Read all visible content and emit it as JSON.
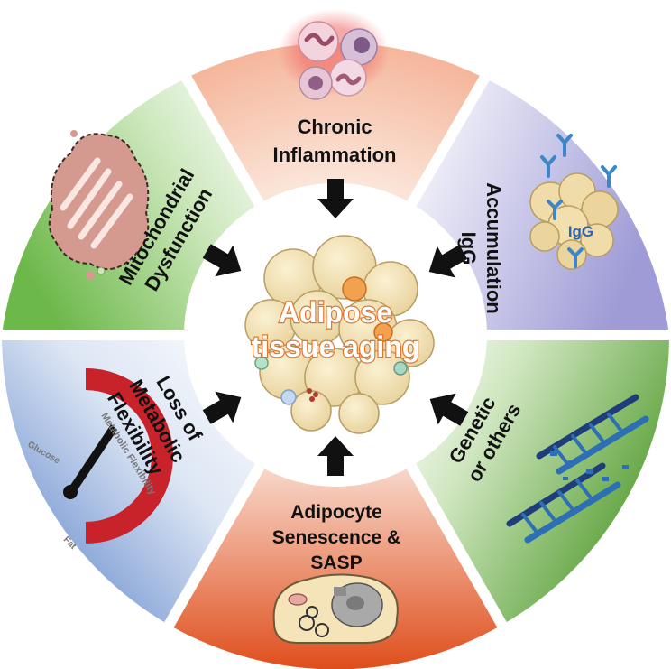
{
  "center": {
    "line1": "Adipose",
    "line2": "tissue aging"
  },
  "segments": {
    "top": {
      "line1": "Chronic",
      "line2": "Inflammation",
      "color": "#f3b08f"
    },
    "upper_right": {
      "line1": "IgG",
      "line2": "Accumulation",
      "color": "#a6a6d8",
      "icon_text": "IgG"
    },
    "lower_right": {
      "line1": "Genetic",
      "line2": "or others",
      "color": "#67aa47"
    },
    "bottom": {
      "line1": "Adipocyte",
      "line2": "Senescence &",
      "line3": "SASP",
      "color": "#e15a24"
    },
    "lower_left": {
      "line1": "Loss of",
      "line2": "Metabolic",
      "line3": "Flexibility",
      "color": "#6a8fd0",
      "gauge": {
        "title": "Metabolic Flexibility",
        "left": "Glucose",
        "right": "Fat"
      }
    },
    "upper_left": {
      "line1": "Mitochondrial",
      "line2": "Dysfunction",
      "color": "#7fc15d"
    }
  },
  "colors": {
    "arrow": "#111111",
    "center_text_outline": "#e0762e"
  }
}
